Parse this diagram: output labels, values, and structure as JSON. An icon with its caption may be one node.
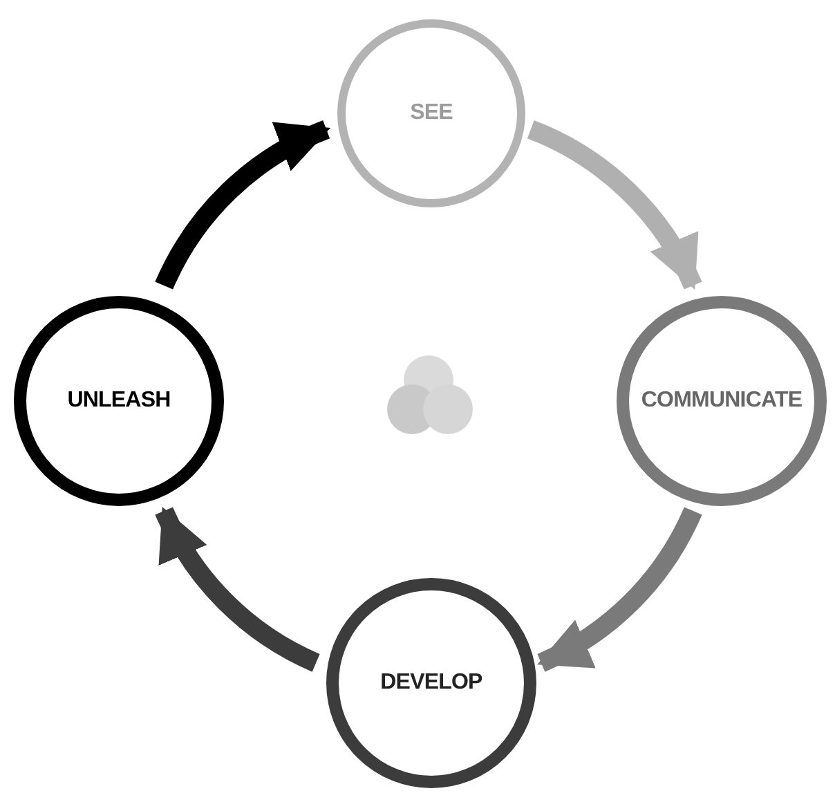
{
  "diagram": {
    "nodes": [
      {
        "text": [
          "SEE"
        ]
      },
      {
        "text": [
          "COMMUNICATE"
        ]
      },
      {
        "text": [
          "DEVELOP"
        ]
      },
      {
        "text": [
          "UNLEASH"
        ]
      }
    ],
    "edges": [
      {
        "from": 0,
        "to": 1,
        "arrow": "to",
        "color": "#b0b0b0"
      },
      {
        "from": 1,
        "to": 2,
        "arrow": "to",
        "color": "#7a7a7a"
      },
      {
        "from": 2,
        "to": 3,
        "arrow": "to",
        "color": "#3c3c3c"
      },
      {
        "from": 3,
        "to": 0,
        "arrow": "to",
        "color": "#000000"
      }
    ]
  }
}
